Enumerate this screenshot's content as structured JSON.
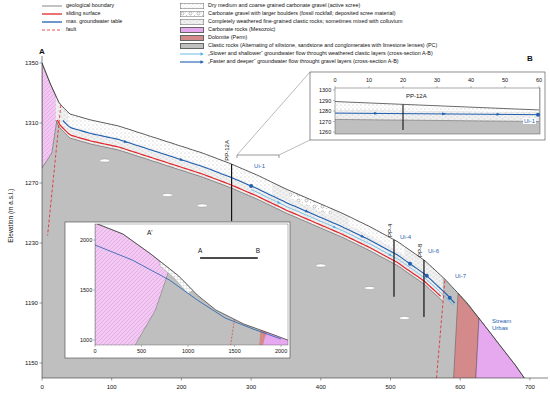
{
  "diagram": {
    "labels": [
      "A",
      "B",
      "Elevation (m a.s.l.)",
      "1350",
      "1310",
      "1270",
      "1230",
      "1190",
      "1150",
      "0",
      "100",
      "200",
      "300",
      "400",
      "500",
      "600",
      "700",
      "PP-12A",
      "Ui-1",
      "PP-4",
      "Ui-4",
      "PP-8",
      "Ui-6",
      "Ui-7",
      "Stream Urbas",
      "0",
      "10",
      "20",
      "30",
      "40",
      "50",
      "60",
      "1300",
      "1290",
      "1280",
      "1270",
      "1260",
      "PP-12A",
      "Ui-1",
      "A'",
      "A",
      "B",
      "2000",
      "1500",
      "1000",
      "0",
      "500",
      "1000",
      "1500",
      "2000"
    ],
    "legend": [
      {
        "text": "geological boundary"
      },
      {
        "text": "sliding surface"
      },
      {
        "text": "max. groundwater table"
      },
      {
        "text": "fault"
      },
      {
        "text": "Dry medium and coarse grained carbonate gravel (active scree)"
      },
      {
        "text": "Carbonate gravel with larger boulders (fossil rockfall; deposited scree material)"
      },
      {
        "text": "Completely weathered fine-grained clastic rocks; sometimes mixed with colluvium"
      },
      {
        "text": "Carbonate rocks (Mesozoic)",
        "color": "#e6a8ee"
      },
      {
        "text": "Dolomite (Perm)",
        "color": "#d48a8a"
      },
      {
        "text": "Clastic rocks (Alternating of siltstone, sandstone and conglomerates with limestone lenses) (PC)",
        "color": "#bfbfbf"
      },
      {
        "text": "„Slower and shallower“ groundwater flow throught weathered clastic layers (cross-section A-B)"
      },
      {
        "text": "„Faster and deeper“ groundwater flow throught gravel layers (cross-section A-B)"
      }
    ]
  }
}
